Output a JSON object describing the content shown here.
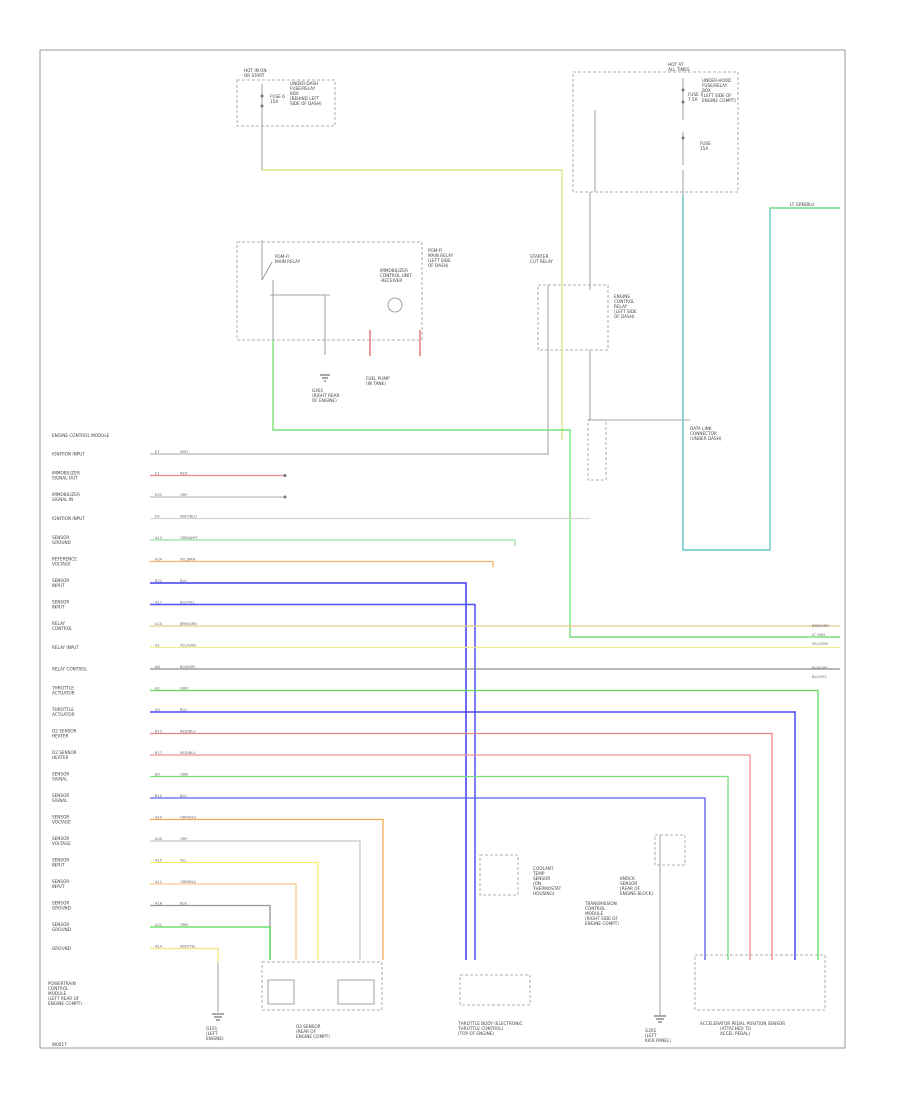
{
  "diagram": {
    "figure_code": "W0017",
    "section_title": "ENGINE CONTROL MODULE",
    "main_component": [
      "POWERTRAIN",
      "CONTROL",
      "MODULE",
      "(LEFT REAR OF",
      "ENGINE COMPT)"
    ],
    "ecm_pins": [
      {
        "label": [
          "IGNITION INPUT"
        ],
        "pin": "E7",
        "wire": "WHT",
        "color": "#b4b4b4"
      },
      {
        "label": [
          "IMMOBILIZER",
          "SIGNAL OUT"
        ],
        "pin": "E1",
        "wire": "RED",
        "color": "#f08a8a"
      },
      {
        "label": [
          "IMMOBILIZER",
          "SIGNAL IN"
        ],
        "pin": "E20",
        "wire": "GRY",
        "color": "#bcbcbc"
      },
      {
        "label": [
          "IGNITION INPUT"
        ],
        "pin": "E9",
        "wire": "WHT/BLU",
        "color": "#d4d4d4"
      },
      {
        "label": [
          "SENSOR",
          "GROUND"
        ],
        "pin": "A13",
        "wire": "GRN/WHT",
        "color": "#9ae09a"
      },
      {
        "label": [
          "REFERENCE",
          "VOLTAGE"
        ],
        "pin": "A24",
        "wire": "YEL/BRN",
        "color": "#f8b46c"
      },
      {
        "label": [
          "SENSOR",
          "INPUT"
        ],
        "pin": "B22",
        "wire": "BLU",
        "color": "#3c3cf0"
      },
      {
        "label": [
          "SENSOR",
          "INPUT"
        ],
        "pin": "A17",
        "wire": "BLU/YEL",
        "color": "#5050f0"
      },
      {
        "label": [
          "RELAY",
          "CONTROL"
        ],
        "pin": "A10",
        "wire": "BRN/GRN",
        "color": "#e8c88c"
      },
      {
        "label": [
          "RELAY INPUT"
        ],
        "pin": "A1",
        "wire": "YEL/GRN",
        "color": "#f0f08c"
      },
      {
        "label": [
          "RELAY CONTROL"
        ],
        "pin": "A8",
        "wire": "BLK/GRY",
        "color": "#8c8c8c"
      },
      {
        "label": [
          "THROTTLE",
          "ACTUATOR"
        ],
        "pin": "A2",
        "wire": "GRN",
        "color": "#5ae05a"
      },
      {
        "label": [
          "THROTTLE",
          "ACTUATOR"
        ],
        "pin": "A3",
        "wire": "BLU",
        "color": "#4646f0"
      },
      {
        "label": [
          "O2 SENSOR",
          "HEATER"
        ],
        "pin": "B13",
        "wire": "RED/BLU",
        "color": "#f08282"
      },
      {
        "label": [
          "O2 SENSOR",
          "HEATER"
        ],
        "pin": "B17",
        "wire": "RED/BLU",
        "color": "#f09090"
      },
      {
        "label": [
          "SENSOR",
          "SIGNAL"
        ],
        "pin": "B9",
        "wire": "GRN",
        "color": "#78e078"
      },
      {
        "label": [
          "SENSOR",
          "SIGNAL"
        ],
        "pin": "B10",
        "wire": "BLU",
        "color": "#5a5af0"
      },
      {
        "label": [
          "SENSOR",
          "VOLTAGE"
        ],
        "pin": "A19",
        "wire": "ORN/BLU",
        "color": "#f8aa5a"
      },
      {
        "label": [
          "SENSOR",
          "VOLTAGE"
        ],
        "pin": "A20",
        "wire": "GRY",
        "color": "#c8c8c8"
      },
      {
        "label": [
          "SENSOR",
          "INPUT"
        ],
        "pin": "A15",
        "wire": "YEL",
        "color": "#f0f064"
      },
      {
        "label": [
          "SENSOR",
          "INPUT"
        ],
        "pin": "A11",
        "wire": "ORN/BLU",
        "color": "#f8c88c"
      },
      {
        "label": [
          "SENSOR",
          "GROUND"
        ],
        "pin": "A18",
        "wire": "BLK",
        "color": "#969696"
      },
      {
        "label": [
          "SENSOR",
          "GROUND"
        ],
        "pin": "A21",
        "wire": "GRN",
        "color": "#50dc50"
      },
      {
        "label": [
          "GROUND"
        ],
        "pin": "A14",
        "wire": "WHT/YEL",
        "color": "#f0e67a"
      }
    ],
    "right_wire_labels": [
      "BRN/GRN",
      "LT GRN",
      "YEL/GRN",
      "BLK/GRY",
      "BLU/YEL"
    ],
    "top_right_label": "LT GRN/BLU",
    "blocks": {
      "fuse_box_left": [
        "HOT IN ON",
        "OR START"
      ],
      "fuse_box_left_detail": [
        "UNDER-DASH",
        "FUSE/RELAY",
        "BOX",
        "(BEHIND LEFT",
        "SIDE OF DASH)"
      ],
      "fuse_left": [
        "FUSE 6",
        "15A"
      ],
      "fuse_box_right": [
        "HOT AT",
        "ALL TIMES"
      ],
      "fuse_box_right_detail": [
        "UNDER-HOOD",
        "FUSE/RELAY",
        "BOX",
        "(LEFT SIDE OF",
        "ENGINE COMPT)"
      ],
      "fuse_right": [
        "FUSE 7",
        "7.5A"
      ],
      "fuse_right_2": [
        "FUSE",
        "15A"
      ],
      "pgm_fi_relay": [
        "PGM-FI",
        "MAIN RELAY"
      ],
      "pgm_fi_relay_detail": [
        "PGM-FI",
        "MAIN RELAY",
        "(LEFT SIDE",
        "OF DASH)"
      ],
      "immobilizer": [
        "IMMOBILIZER",
        "CONTROL UNIT",
        "-RECEIVER"
      ],
      "ground_g401": [
        "G401",
        "(RIGHT REAR",
        "OF ENGINE)"
      ],
      "fuel_pump": [
        "FUEL PUMP",
        "(IN TANK)"
      ],
      "starter_relay": [
        "STARTER",
        "CUT RELAY"
      ],
      "engine_relay": [
        "ENGINE",
        "CONTROL",
        "RELAY",
        "(LEFT SIDE",
        "OF DASH)"
      ],
      "data_link": [
        "DATA LINK",
        "CONNECTOR",
        "(UNDER DASH)"
      ],
      "transmission": [
        "TRANSMISSION",
        "CONTROL",
        "MODULE",
        "(RIGHT SIDE OF",
        "ENGINE COMPT)"
      ],
      "o2_sensor_block": [
        "O2 SENSOR",
        "(REAR OF",
        "ENGINE COMPT)"
      ],
      "throttle_block": [
        "THROTTLE BODY (ELECTRONIC",
        "THROTTLE CONTROL)",
        "(TOP OF ENGINE)"
      ],
      "cop_block": [
        "COOLANT",
        "TEMP",
        "SENSOR",
        "(ON",
        "THERMOSTAT",
        "HOUSING)"
      ],
      "knock_block": [
        "KNOCK",
        "SENSOR",
        "(REAR OF",
        "ENGINE BLOCK)"
      ],
      "ground_left": [
        "G101",
        "(LEFT",
        "ENGINE)"
      ],
      "ground_right": [
        "G201",
        "(LEFT",
        "KICK PANEL)"
      ],
      "accelerator_block": [
        "ACCELERATOR PEDAL POSITION SENSOR",
        "(ATTACHED TO",
        "ACCEL PEDAL)"
      ]
    }
  }
}
